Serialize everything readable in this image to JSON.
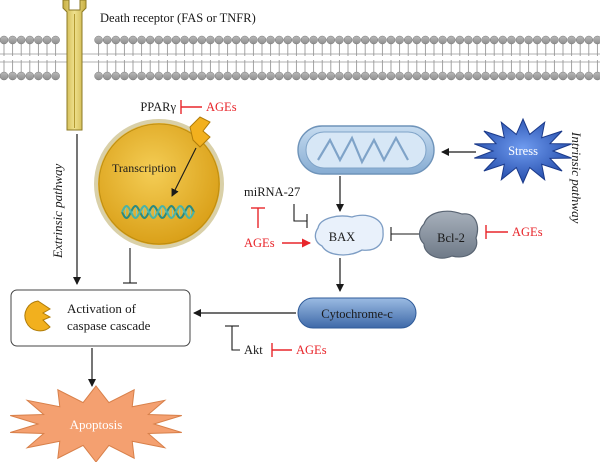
{
  "membrane": {
    "receptor_label": "Death receptor (FAS or TNFR)"
  },
  "pathways": {
    "extrinsic": "Extrinsic pathway",
    "intrinsic": "Intrinsic pathway"
  },
  "nucleus": {
    "receptor_label": "PPARγ",
    "process_label": "Transcription"
  },
  "nodes": {
    "stress": "Stress",
    "mirna": "miRNA-27",
    "bax": "BAX",
    "bcl2": "Bcl-2",
    "cytochrome": "Cytochrome-c",
    "akt": "Akt",
    "caspase_line1": "Activation of",
    "caspase_line2": "caspase cascade",
    "apoptosis": "Apoptosis"
  },
  "inhibitors": {
    "ages_pparg": "AGEs",
    "ages_bax": "AGEs",
    "ages_bcl2": "AGEs",
    "ages_akt": "AGEs"
  },
  "colors": {
    "inhibit_red": "#e8262b",
    "nucleus_gold": "#e8b22a",
    "receptor_yellow": "#e0c95a",
    "mito_blue": "#a9c9e6",
    "stress_blue": "#2f62c4",
    "bax_fill": "#e7f0fa",
    "bcl2_fill": "#8b96a3",
    "cytochrome_blue": "#4a78b8",
    "apoptosis_orange": "#f4a070"
  }
}
